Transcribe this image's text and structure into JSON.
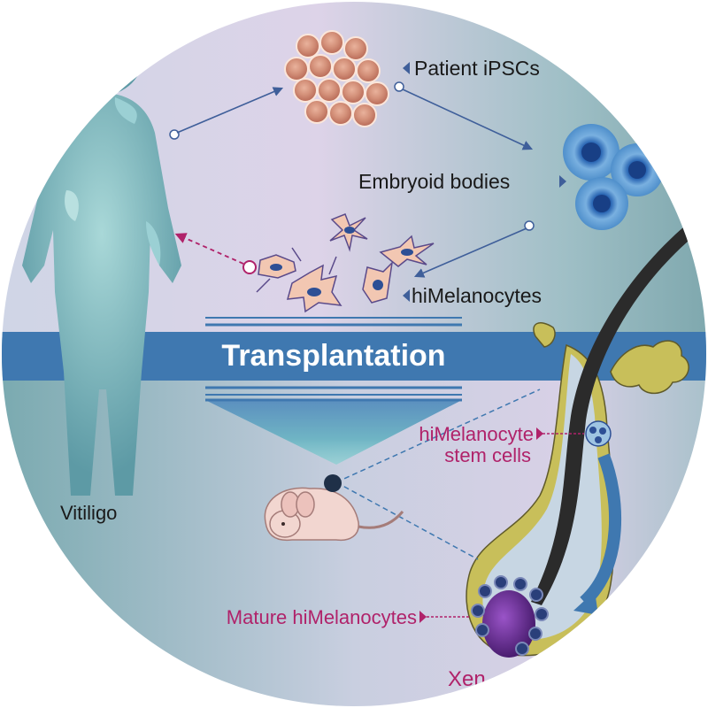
{
  "labels": {
    "patient_ipscs": "Patient iPSCs",
    "embryoid_bodies": "Embryoid bodies",
    "himelanocytes": "hiMelanocytes",
    "transplantation": "Transplantation",
    "vitiligo": "Vitiligo",
    "stem_cells_line1": "hiMelanocyte",
    "stem_cells_line2": "stem cells",
    "mature": "Mature hiMelanocytes",
    "xeno_partial": "Xen"
  },
  "colors": {
    "band": "#3f78b0",
    "band_text": "#ffffff",
    "dark_label": "#1a1a1a",
    "magenta_label": "#b0226a",
    "body_silhouette": "#5fa0aa",
    "arrow_blue": "#3f5f9a",
    "arrow_dashed": "#b0226a",
    "hair": "#2b2b2b",
    "follicle_sheath": "#c8bf5a",
    "ipsc_cell": "#d99a83",
    "eb_cell": "#3d7fc0",
    "melanocyte_body": "#f2c7b2",
    "melanocyte_nucleus": "#2d4f95",
    "papilla": "#6a2d8f"
  }
}
